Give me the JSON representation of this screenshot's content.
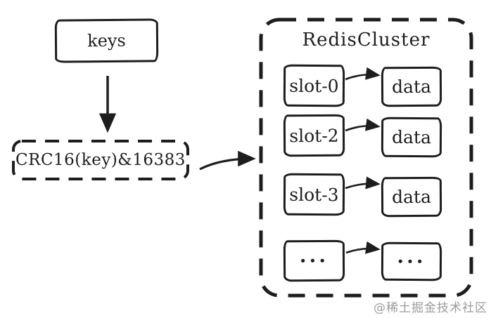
{
  "diagram": {
    "keys": {
      "label": "keys"
    },
    "hash": {
      "label": "CRC16(key)&16383"
    },
    "cluster": {
      "title": "RedisCluster",
      "rows": [
        {
          "slot": "slot-0",
          "data": "data"
        },
        {
          "slot": "slot-2",
          "data": "data"
        },
        {
          "slot": "slot-3",
          "data": "data"
        },
        {
          "slot": "···",
          "data": "···"
        }
      ]
    },
    "watermark": "@稀土掘金技术社区",
    "colors": {
      "stroke": "#1d1d1d",
      "bg": "#ffffff",
      "watermark": "#9b9b9b"
    }
  }
}
